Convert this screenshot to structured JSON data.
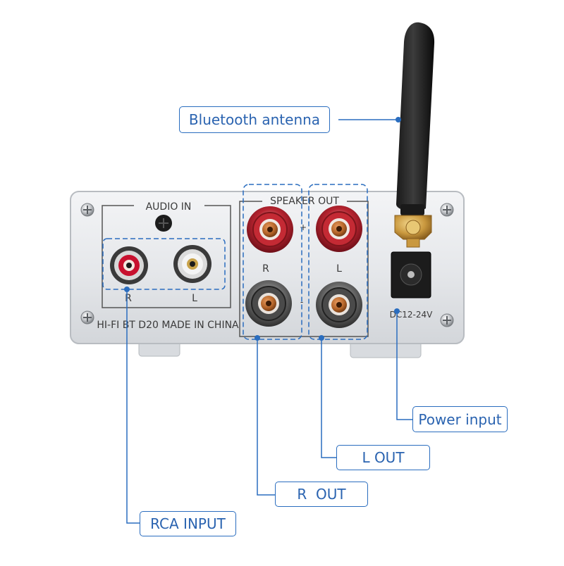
{
  "callouts": {
    "bluetooth_antenna": "Bluetooth antenna",
    "power_input": "Power input",
    "l_out": "L OUT",
    "r_out": "R  OUT",
    "rca_input": "RCA INPUT"
  },
  "panel": {
    "audio_in_label": "AUDIO IN",
    "speaker_out_label": "SPEAKER OUT",
    "rca_r_label": "R",
    "rca_l_label": "L",
    "speaker_r_label": "R",
    "speaker_l_label": "L",
    "plus_r": "+",
    "plus_l": "+",
    "minus_r": "-",
    "minus_l": "-",
    "model_text": "HI-FI BT D20 MADE IN CHINA",
    "dc_label": "DC12-24V"
  },
  "colors": {
    "callout_blue": "#2a6dbf",
    "panel_silver": "#e9ebee",
    "antenna_black": "#111111",
    "rca_red": "#c8102e",
    "binding_red": "#b8202a",
    "gold": "#c9a24a"
  }
}
